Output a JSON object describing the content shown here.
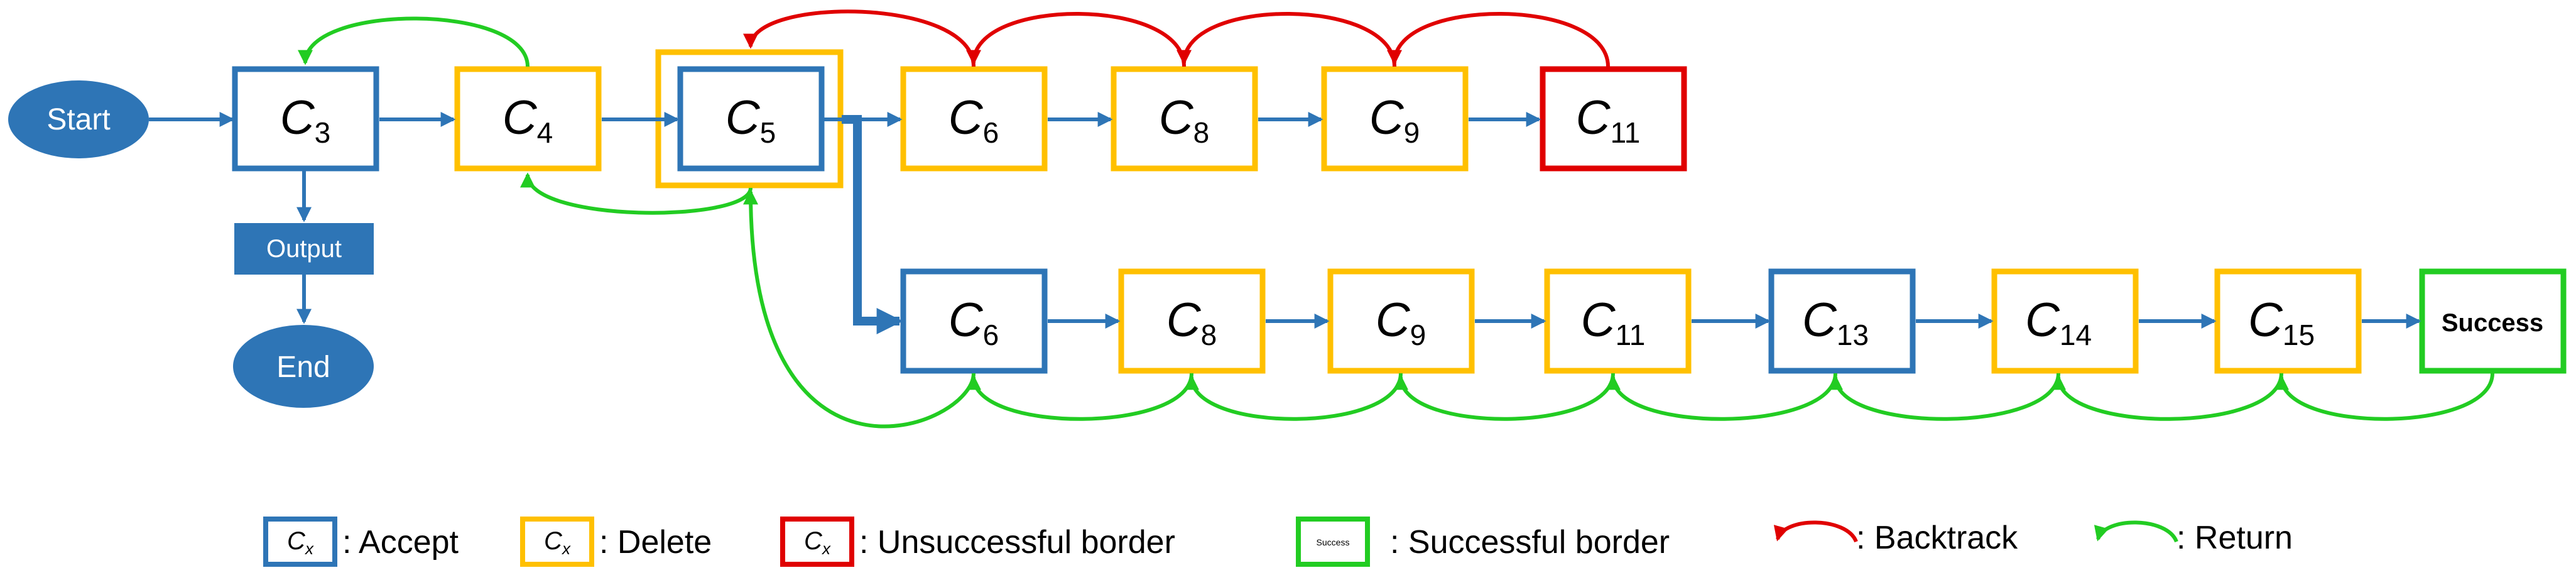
{
  "colors": {
    "accept": "#2E75B6",
    "delete": "#FFC000",
    "unsuccessful": "#E00000",
    "success": "#22CC22",
    "backtrack": "#E00000",
    "return": "#22CC22",
    "terminal_fill": "#2E75B6",
    "terminal_text": "#FFFFFF",
    "flow": "#2E75B6",
    "text": "#000000"
  },
  "terminals": {
    "start": "Start",
    "end": "End",
    "output": "Output"
  },
  "top_row": [
    {
      "sym": "C",
      "sub": "3",
      "status": "accept"
    },
    {
      "sym": "C",
      "sub": "4",
      "status": "delete"
    },
    {
      "sym": "C",
      "sub": "5",
      "status": "accept",
      "outer": "delete"
    },
    {
      "sym": "C",
      "sub": "6",
      "status": "delete"
    },
    {
      "sym": "C",
      "sub": "8",
      "status": "delete"
    },
    {
      "sym": "C",
      "sub": "9",
      "status": "delete"
    },
    {
      "sym": "C",
      "sub": "11",
      "status": "unsuccessful"
    }
  ],
  "bottom_row": [
    {
      "sym": "C",
      "sub": "6",
      "status": "accept"
    },
    {
      "sym": "C",
      "sub": "8",
      "status": "delete"
    },
    {
      "sym": "C",
      "sub": "9",
      "status": "delete"
    },
    {
      "sym": "C",
      "sub": "11",
      "status": "delete"
    },
    {
      "sym": "C",
      "sub": "13",
      "status": "accept"
    },
    {
      "sym": "C",
      "sub": "14",
      "status": "delete"
    },
    {
      "sym": "C",
      "sub": "15",
      "status": "delete"
    },
    {
      "label": "Success",
      "status": "success"
    }
  ],
  "legend": {
    "accept": {
      "sym": "C",
      "sub": "x",
      "text": ": Accept"
    },
    "delete": {
      "sym": "C",
      "sub": "x",
      "text": ": Delete"
    },
    "unsuccessful": {
      "sym": "C",
      "sub": "x",
      "text": ": Unsuccessful border"
    },
    "success": {
      "sample": "Success",
      "text": ": Successful border"
    },
    "backtrack": {
      "text": ": Backtrack"
    },
    "return": {
      "text": ": Return"
    }
  }
}
